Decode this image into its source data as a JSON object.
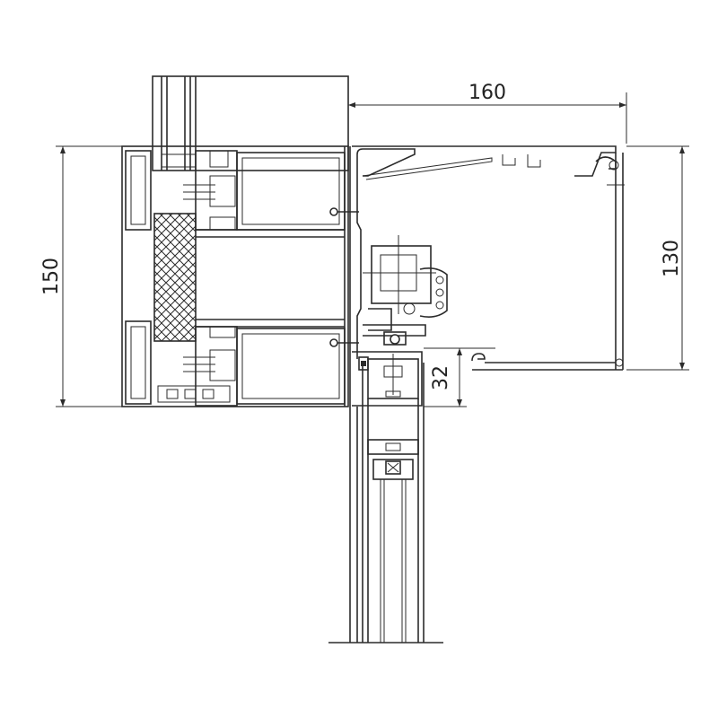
{
  "diagram": {
    "dimensions": {
      "width_top": "160",
      "height_left": "150",
      "height_right": "130",
      "step_right": "32"
    },
    "line_color": "#2b2b2b",
    "background": "#ffffff"
  }
}
